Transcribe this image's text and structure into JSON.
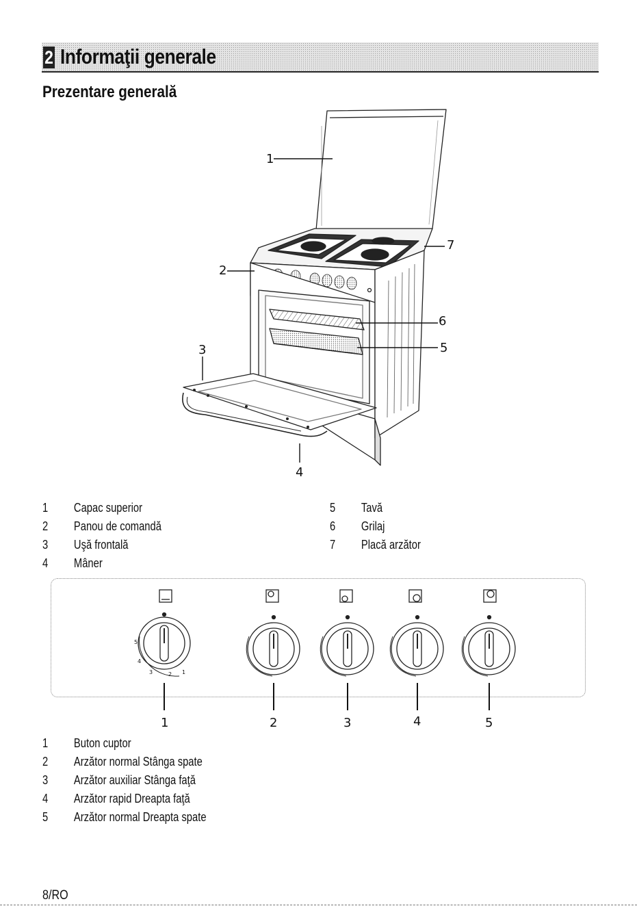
{
  "header": {
    "number": "2",
    "title": "Informaţii generale"
  },
  "subtitle": "Prezentare generală",
  "oven_figure": {
    "callouts": [
      "1",
      "2",
      "3",
      "4",
      "5",
      "6",
      "7"
    ]
  },
  "oven_legend": [
    {
      "num": "1",
      "text": "Capac superior"
    },
    {
      "num": "2",
      "text": "Panou de comandă"
    },
    {
      "num": "3",
      "text": "Uşă frontală"
    },
    {
      "num": "4",
      "text": "Mâner"
    },
    {
      "num": "5",
      "text": "Tavă"
    },
    {
      "num": "6",
      "text": "Grilaj"
    },
    {
      "num": "7",
      "text": "Placă arzător"
    }
  ],
  "knob_figure": {
    "oven_scale": [
      "5",
      "4",
      "3",
      "2",
      "1"
    ],
    "knob_callouts": [
      "1",
      "2",
      "3",
      "4",
      "5"
    ]
  },
  "knob_legend": [
    {
      "num": "1",
      "text": "Buton cuptor"
    },
    {
      "num": "2",
      "text": "Arzător normal Stânga spate"
    },
    {
      "num": "3",
      "text": "Arzător auxiliar Stânga faţă"
    },
    {
      "num": "4",
      "text": "Arzător rapid Dreapta faţă"
    },
    {
      "num": "5",
      "text": "Arzător normal Dreapta spate"
    }
  ],
  "footer": {
    "page": "8/RO"
  }
}
